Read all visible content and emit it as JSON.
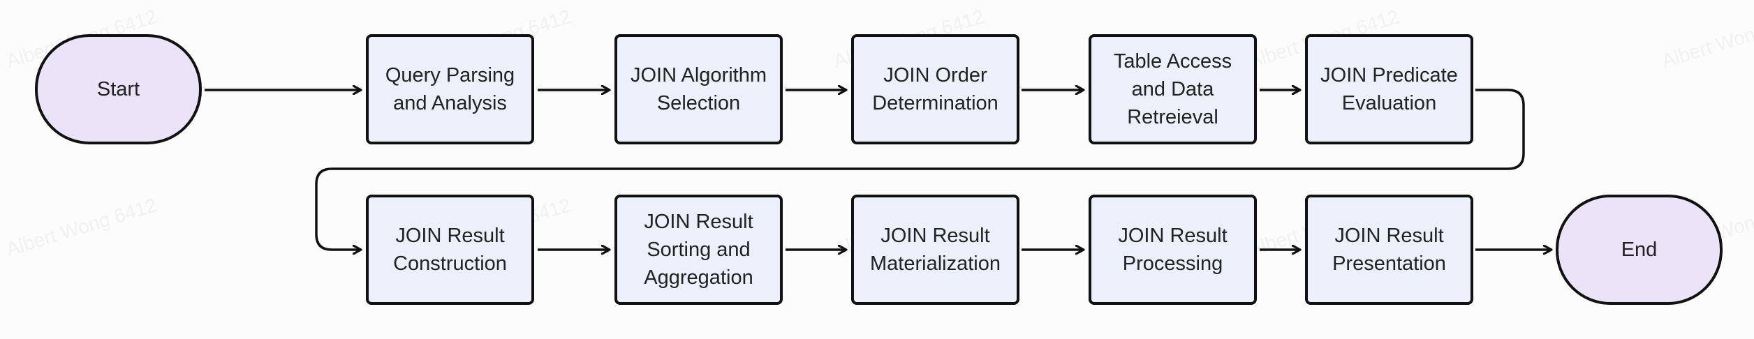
{
  "diagram": {
    "nodes": [
      {
        "id": "start",
        "label": "Start"
      },
      {
        "id": "query-parsing",
        "label": "Query Parsing\nand Analysis"
      },
      {
        "id": "join-algorithm",
        "label": "JOIN Algorithm\nSelection"
      },
      {
        "id": "join-order",
        "label": "JOIN Order\nDetermination"
      },
      {
        "id": "table-access",
        "label": "Table Access\nand Data\nRetreieval"
      },
      {
        "id": "join-predicate",
        "label": "JOIN Predicate\nEvaluation"
      },
      {
        "id": "join-result-construction",
        "label": "JOIN Result\nConstruction"
      },
      {
        "id": "join-result-sorting",
        "label": "JOIN Result\nSorting and\nAggregation"
      },
      {
        "id": "join-result-materialization",
        "label": "JOIN Result\nMaterialization"
      },
      {
        "id": "join-result-processing",
        "label": "JOIN Result\nProcessing"
      },
      {
        "id": "join-result-presentation",
        "label": "JOIN Result\nPresentation"
      },
      {
        "id": "end",
        "label": "End"
      }
    ],
    "edges": [
      [
        "start",
        "query-parsing"
      ],
      [
        "query-parsing",
        "join-algorithm"
      ],
      [
        "join-algorithm",
        "join-order"
      ],
      [
        "join-order",
        "table-access"
      ],
      [
        "table-access",
        "join-predicate"
      ],
      [
        "join-predicate",
        "join-result-construction"
      ],
      [
        "join-result-construction",
        "join-result-sorting"
      ],
      [
        "join-result-sorting",
        "join-result-materialization"
      ],
      [
        "join-result-materialization",
        "join-result-processing"
      ],
      [
        "join-result-processing",
        "join-result-presentation"
      ],
      [
        "join-result-presentation",
        "end"
      ]
    ]
  },
  "watermark": "Albert Wong 6412",
  "colors": {
    "process_fill": "#ecf0fb",
    "terminal_fill": "#ebe3f8",
    "stroke": "#111111"
  }
}
